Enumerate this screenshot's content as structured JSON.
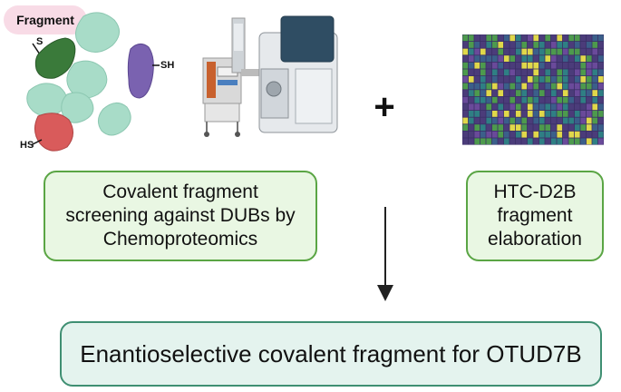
{
  "labels": {
    "fragment": "Fragment",
    "s_label": "S",
    "sh_label": "SH",
    "hs_label": "HS",
    "plus": "+"
  },
  "boxes": {
    "left": [
      "Covalent fragment",
      "screening against DUBs by",
      "Chemoproteomics"
    ],
    "right": [
      "HTC-D2B",
      "fragment",
      "elaboration"
    ],
    "bottom": "Enantioselective covalent fragment for OTUD7B"
  },
  "colors": {
    "protein_green": "#3a7a3a",
    "protein_purple": "#7a62b0",
    "protein_red": "#d95b5b",
    "protein_mint": "#a8dcc8",
    "box_green_border": "#5aa544",
    "box_teal_border": "#3f8f72",
    "heatmap_purple": "#4b3c7a",
    "heatmap_teal": "#2f7f84",
    "heatmap_green": "#4d9a4d",
    "heatmap_yellow": "#e0d84a"
  }
}
